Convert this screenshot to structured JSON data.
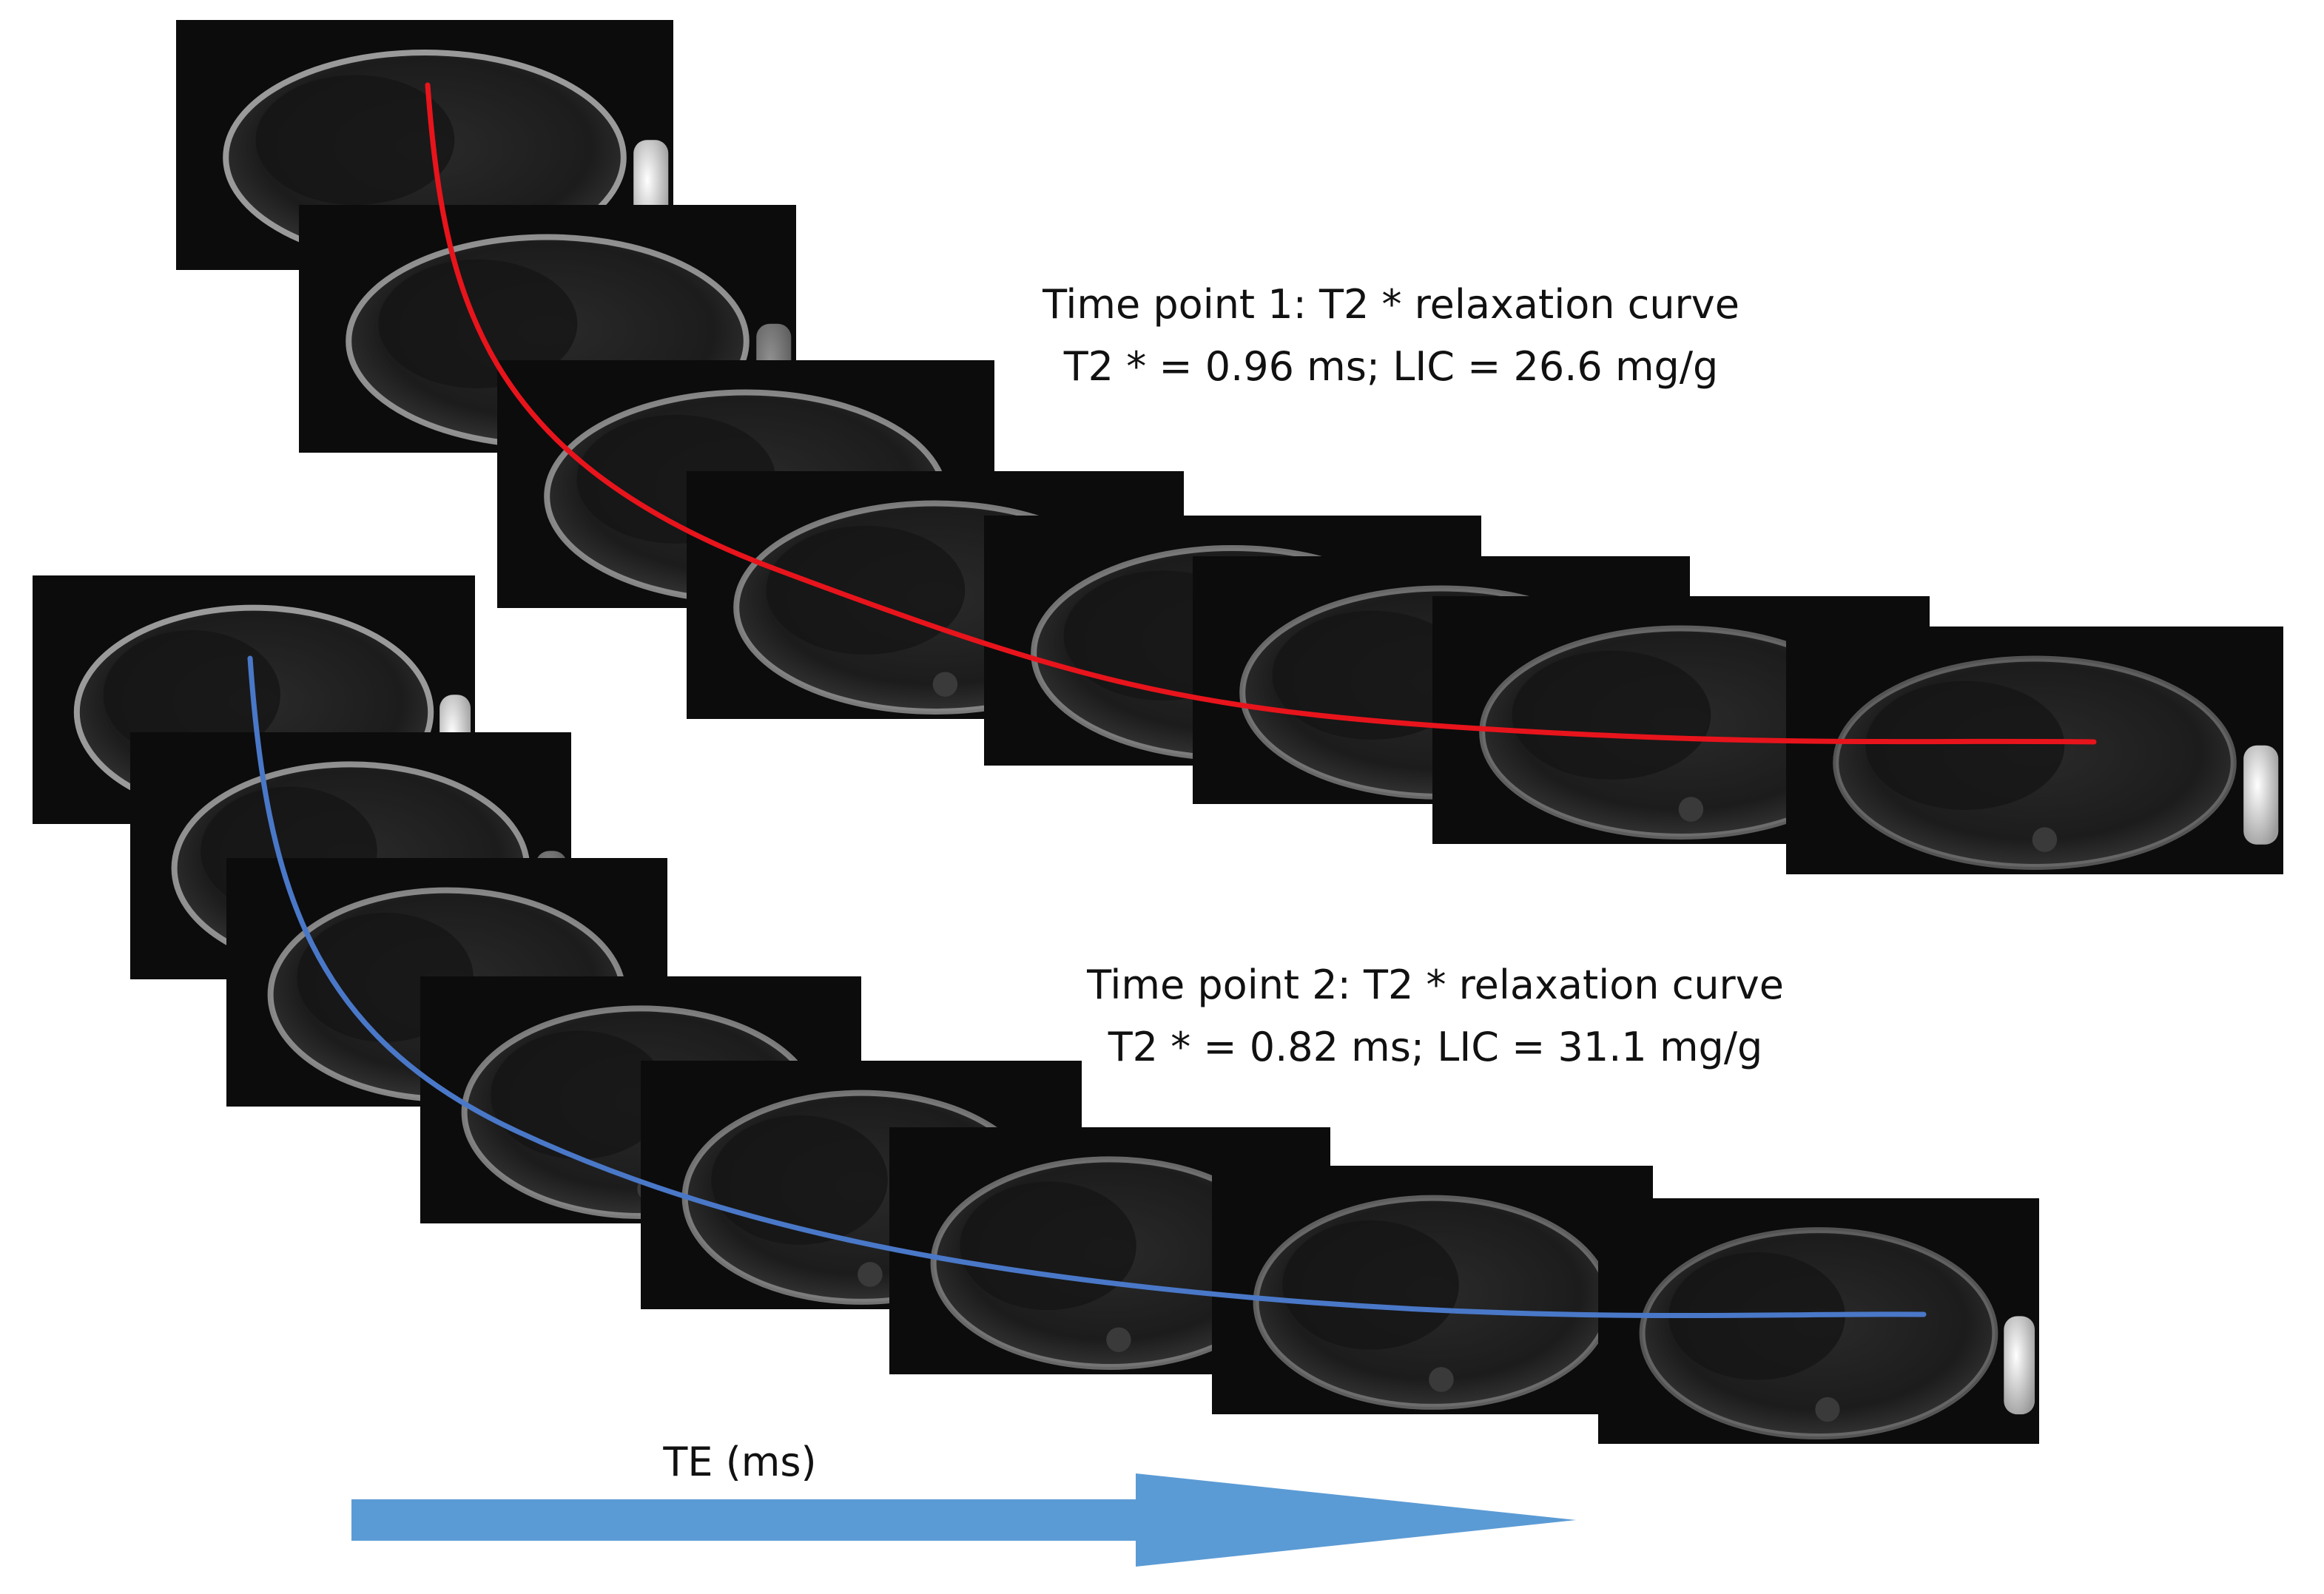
{
  "timepoint_1": {
    "title": "Time point 1: T2 * relaxation curve",
    "values": "T2 * =  0.96 ms; LIC = 26.6 mg/g",
    "curve_color": "#e8141c",
    "frame_count": 8
  },
  "timepoint_2": {
    "title": "Time point 2: T2 * relaxation curve",
    "values": "T2 * = 0.82 ms; LIC = 31.1 mg/g",
    "curve_color": "#4a78c8",
    "frame_count": 8
  },
  "axis": {
    "label": "TE (ms)",
    "arrow_color": "#5b9bd5"
  },
  "colors": {
    "image_background": "#0c0c0c",
    "tissue_fill": "#222222",
    "body_outline": "#9a9a9a"
  }
}
